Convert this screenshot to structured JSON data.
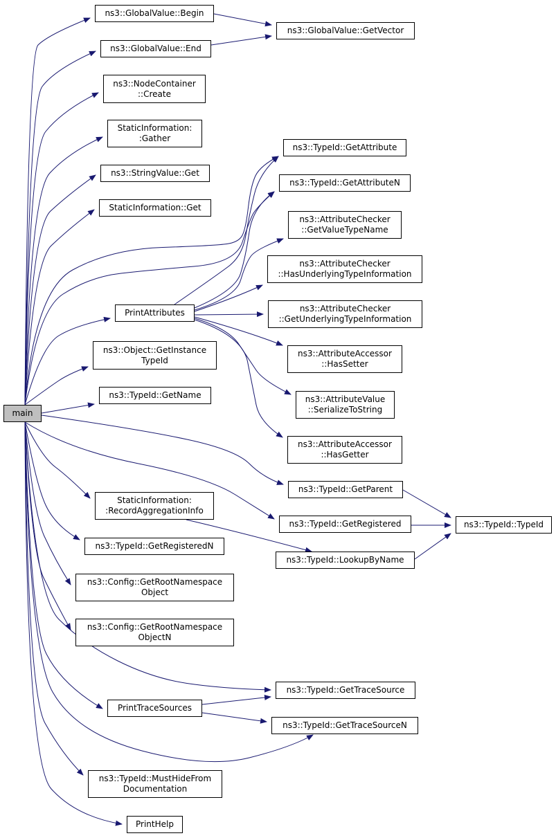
{
  "graph": {
    "root": "main",
    "colors": {
      "edge": "#191970",
      "node_border": "#000000",
      "root_fill": "#bfbfbf",
      "node_fill": "#ffffff"
    },
    "nodes": [
      {
        "id": "main",
        "lines": [
          "main"
        ]
      },
      {
        "id": "gv-begin",
        "lines": [
          "ns3::GlobalValue::Begin"
        ]
      },
      {
        "id": "gv-end",
        "lines": [
          "ns3::GlobalValue::End"
        ]
      },
      {
        "id": "gv-getvector",
        "lines": [
          "ns3::GlobalValue::GetVector"
        ]
      },
      {
        "id": "nc-create",
        "lines": [
          "ns3::NodeContainer",
          "::Create"
        ]
      },
      {
        "id": "si-gather",
        "lines": [
          "StaticInformation:",
          ":Gather"
        ]
      },
      {
        "id": "sv-get",
        "lines": [
          "ns3::StringValue::Get"
        ]
      },
      {
        "id": "si-get",
        "lines": [
          "StaticInformation::Get"
        ]
      },
      {
        "id": "print-attributes",
        "lines": [
          "PrintAttributes"
        ]
      },
      {
        "id": "obj-getinstancetypeid",
        "lines": [
          "ns3::Object::GetInstance",
          "TypeId"
        ]
      },
      {
        "id": "tid-getname",
        "lines": [
          "ns3::TypeId::GetName"
        ]
      },
      {
        "id": "tid-getattribute",
        "lines": [
          "ns3::TypeId::GetAttribute"
        ]
      },
      {
        "id": "tid-getattributen",
        "lines": [
          "ns3::TypeId::GetAttributeN"
        ]
      },
      {
        "id": "ac-getvaluetypename",
        "lines": [
          "ns3::AttributeChecker",
          "::GetValueTypeName"
        ]
      },
      {
        "id": "ac-hasunderlying",
        "lines": [
          "ns3::AttributeChecker",
          "::HasUnderlyingTypeInformation"
        ]
      },
      {
        "id": "ac-getunderlying",
        "lines": [
          "ns3::AttributeChecker",
          "::GetUnderlyingTypeInformation"
        ]
      },
      {
        "id": "aa-hassetter",
        "lines": [
          "ns3::AttributeAccessor",
          "::HasSetter"
        ]
      },
      {
        "id": "av-serialize",
        "lines": [
          "ns3::AttributeValue",
          "::SerializeToString"
        ]
      },
      {
        "id": "aa-hasgetter",
        "lines": [
          "ns3::AttributeAccessor",
          "::HasGetter"
        ]
      },
      {
        "id": "tid-getparent",
        "lines": [
          "ns3::TypeId::GetParent"
        ]
      },
      {
        "id": "si-recordagg",
        "lines": [
          "StaticInformation:",
          ":RecordAggregationInfo"
        ]
      },
      {
        "id": "tid-getregistered",
        "lines": [
          "ns3::TypeId::GetRegistered"
        ]
      },
      {
        "id": "tid-typeid",
        "lines": [
          "ns3::TypeId::TypeId"
        ]
      },
      {
        "id": "tid-getregisteredn",
        "lines": [
          "ns3::TypeId::GetRegisteredN"
        ]
      },
      {
        "id": "tid-lookupbyname",
        "lines": [
          "ns3::TypeId::LookupByName"
        ]
      },
      {
        "id": "cfg-getrootns",
        "lines": [
          "ns3::Config::GetRootNamespace",
          "Object"
        ]
      },
      {
        "id": "cfg-getrootnsn",
        "lines": [
          "ns3::Config::GetRootNamespace",
          "ObjectN"
        ]
      },
      {
        "id": "tid-gettracesource",
        "lines": [
          "ns3::TypeId::GetTraceSource"
        ]
      },
      {
        "id": "print-tracesources",
        "lines": [
          "PrintTraceSources"
        ]
      },
      {
        "id": "tid-gettracesourcen",
        "lines": [
          "ns3::TypeId::GetTraceSourceN"
        ]
      },
      {
        "id": "tid-musthide",
        "lines": [
          "ns3::TypeId::MustHideFrom",
          "Documentation"
        ]
      },
      {
        "id": "print-help",
        "lines": [
          "PrintHelp"
        ]
      }
    ],
    "edges": [
      [
        "main",
        "gv-begin"
      ],
      [
        "main",
        "gv-end"
      ],
      [
        "main",
        "nc-create"
      ],
      [
        "main",
        "si-gather"
      ],
      [
        "main",
        "sv-get"
      ],
      [
        "main",
        "si-get"
      ],
      [
        "main",
        "tid-getattribute"
      ],
      [
        "main",
        "tid-getattributen"
      ],
      [
        "main",
        "print-attributes"
      ],
      [
        "main",
        "obj-getinstancetypeid"
      ],
      [
        "main",
        "tid-getname"
      ],
      [
        "main",
        "tid-getparent"
      ],
      [
        "main",
        "si-recordagg"
      ],
      [
        "main",
        "tid-getregistered"
      ],
      [
        "main",
        "tid-getregisteredn"
      ],
      [
        "main",
        "cfg-getrootns"
      ],
      [
        "main",
        "cfg-getrootnsn"
      ],
      [
        "main",
        "tid-gettracesource"
      ],
      [
        "main",
        "print-tracesources"
      ],
      [
        "main",
        "tid-gettracesourcen"
      ],
      [
        "main",
        "tid-musthide"
      ],
      [
        "main",
        "print-help"
      ],
      [
        "gv-begin",
        "gv-getvector"
      ],
      [
        "gv-end",
        "gv-getvector"
      ],
      [
        "print-attributes",
        "tid-getattribute"
      ],
      [
        "print-attributes",
        "tid-getattributen"
      ],
      [
        "print-attributes",
        "ac-getvaluetypename"
      ],
      [
        "print-attributes",
        "ac-hasunderlying"
      ],
      [
        "print-attributes",
        "ac-getunderlying"
      ],
      [
        "print-attributes",
        "aa-hassetter"
      ],
      [
        "print-attributes",
        "av-serialize"
      ],
      [
        "print-attributes",
        "aa-hasgetter"
      ],
      [
        "tid-getparent",
        "tid-typeid"
      ],
      [
        "tid-getregistered",
        "tid-typeid"
      ],
      [
        "si-recordagg",
        "tid-lookupbyname"
      ],
      [
        "tid-lookupbyname",
        "tid-typeid"
      ],
      [
        "print-tracesources",
        "tid-gettracesource"
      ],
      [
        "print-tracesources",
        "tid-gettracesourcen"
      ]
    ]
  }
}
